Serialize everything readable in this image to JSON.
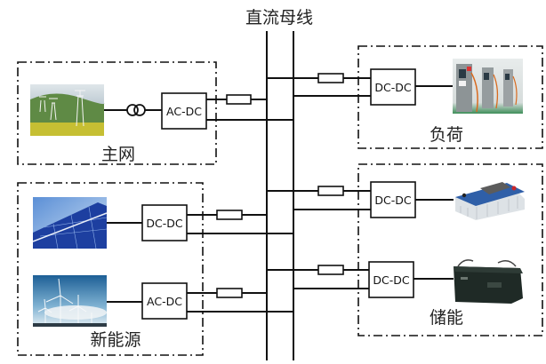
{
  "title": "直流母线",
  "groups": {
    "main_grid": {
      "label": "主网",
      "converter": "AC-DC",
      "image": "power-transmission-towers-photo",
      "has_transformer": true
    },
    "load": {
      "label": "负荷",
      "converter": "DC-DC",
      "image": "ev-charging-stations-photo"
    },
    "renewable": {
      "label": "新能源",
      "units": [
        {
          "converter": "DC-DC",
          "image": "solar-panel-photo"
        },
        {
          "converter": "AC-DC",
          "image": "wind-turbines-photo"
        }
      ]
    },
    "storage": {
      "label": "储能",
      "units": [
        {
          "converter": "DC-DC",
          "image": "supercapacitor-module-photo"
        },
        {
          "converter": "DC-DC",
          "image": "lead-acid-battery-photo"
        }
      ]
    }
  },
  "colors": {
    "line": "#111111",
    "background": "#ffffff"
  }
}
